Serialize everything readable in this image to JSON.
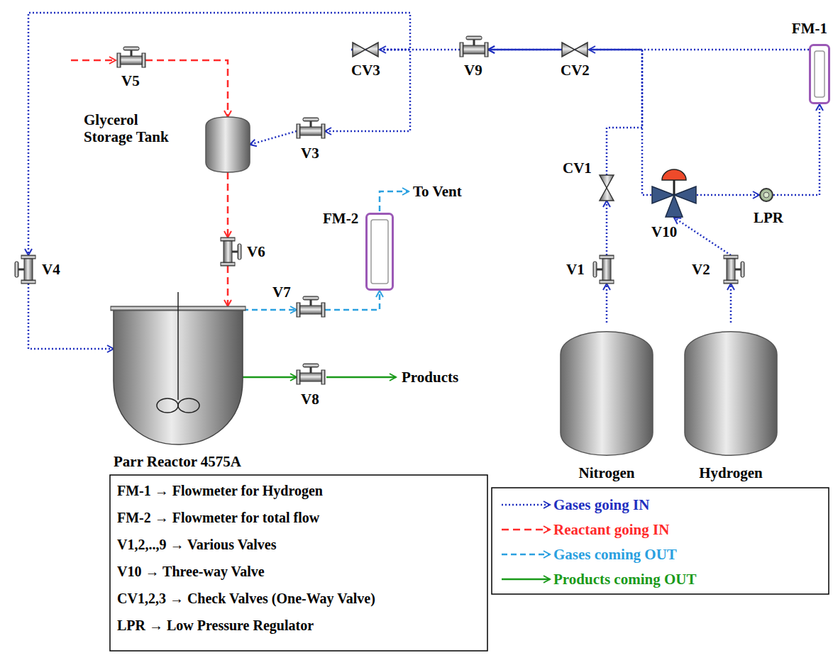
{
  "diagram": {
    "nodes": [
      {
        "text": [
          "Glycerol Storage Tank"
        ]
      },
      {
        "text": [
          "Parr Reactor 4575A"
        ]
      },
      {
        "text": [
          "Nitrogen"
        ]
      },
      {
        "text": [
          "Hydrogen"
        ]
      },
      {
        "text": [
          "FM-1"
        ]
      },
      {
        "text": [
          "FM-2"
        ]
      },
      {
        "text": [
          "V1"
        ]
      },
      {
        "text": [
          "V2"
        ]
      },
      {
        "text": [
          "V3"
        ]
      },
      {
        "text": [
          "V4"
        ]
      },
      {
        "text": [
          "V5"
        ]
      },
      {
        "text": [
          "V6"
        ]
      },
      {
        "text": [
          "V7"
        ]
      },
      {
        "text": [
          "V8"
        ]
      },
      {
        "text": [
          "V9"
        ]
      },
      {
        "text": [
          "V10"
        ]
      },
      {
        "text": [
          "CV1"
        ]
      },
      {
        "text": [
          "CV2"
        ]
      },
      {
        "text": [
          "CV3"
        ]
      },
      {
        "text": [
          "LPR"
        ]
      }
    ],
    "edges": [
      {
        "from": 2,
        "to": 6,
        "arrow": "to"
      },
      {
        "from": 6,
        "to": 16,
        "arrow": "to"
      },
      {
        "from": 16,
        "to": 14,
        "arrow": "to"
      },
      {
        "from": 3,
        "to": 7,
        "arrow": "to"
      },
      {
        "from": 7,
        "to": 15,
        "arrow": "to"
      },
      {
        "from": 15,
        "to": 19,
        "arrow": "to"
      },
      {
        "from": 19,
        "to": 4,
        "arrow": "to"
      },
      {
        "from": 4,
        "to": 17,
        "arrow": "to"
      },
      {
        "from": 17,
        "to": 14,
        "arrow": "to"
      },
      {
        "from": 15,
        "to": 14,
        "arrow": "to"
      },
      {
        "from": 14,
        "to": 18,
        "arrow": "to"
      },
      {
        "from": 18,
        "to": 8,
        "arrow": "to"
      },
      {
        "from": 18,
        "to": 9,
        "arrow": "to"
      },
      {
        "from": 8,
        "to": 0,
        "arrow": "to"
      },
      {
        "from": 9,
        "to": 1,
        "arrow": "to"
      },
      {
        "from": 10,
        "to": 0,
        "arrow": "to"
      },
      {
        "from": 0,
        "to": 11,
        "arrow": "to"
      },
      {
        "from": 11,
        "to": 1,
        "arrow": "to"
      },
      {
        "from": 1,
        "to": 12,
        "arrow": "to"
      },
      {
        "from": 12,
        "to": 5,
        "arrow": "to"
      },
      {
        "from": 1,
        "to": 13,
        "arrow": "to"
      }
    ],
    "labels": [
      "To Vent",
      "Products",
      "FM-1 → Flowmeter for Hydrogen",
      "FM-2 → Flowmeter for total flow",
      "V1,2,..,9 → Various Valves",
      "V10 → Three-way Valve",
      "CV1,2,3 → Check Valves (One-Way Valve)",
      "LPR → Low Pressure Regulator"
    ],
    "legend": [
      {
        "text": "Gases going IN"
      },
      {
        "text": "Reactant going IN"
      },
      {
        "text": "Gases coming OUT"
      },
      {
        "text": "Products coming OUT"
      }
    ]
  }
}
